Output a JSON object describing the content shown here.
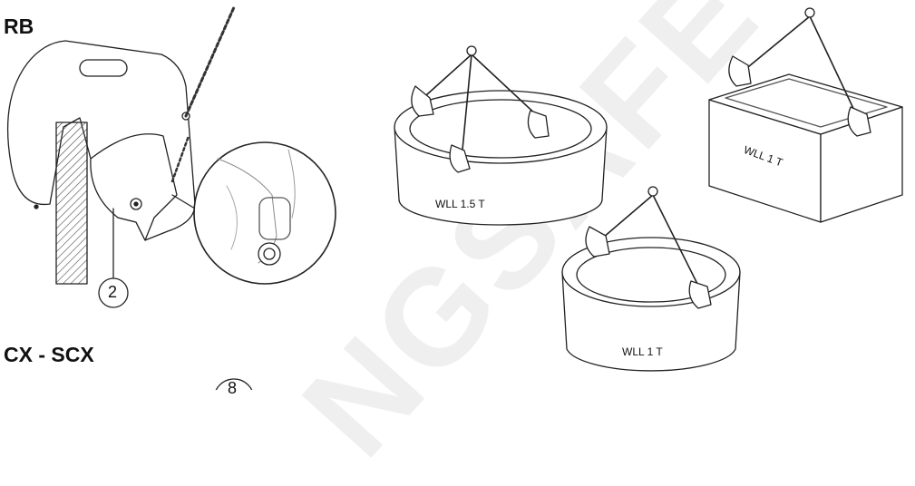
{
  "labels": {
    "rb_heading": "RB",
    "cx_heading": "CX - SCX",
    "callout_2": "2",
    "callout_8": "8",
    "wll_round_upper": "WLL 1.5 T",
    "wll_round_lower": "WLL 1 T",
    "wll_box": "WLL 1 T"
  },
  "watermark": "NGSAFE",
  "colors": {
    "line": "#222222",
    "hatch": "#444444",
    "watermark": "#000000"
  }
}
